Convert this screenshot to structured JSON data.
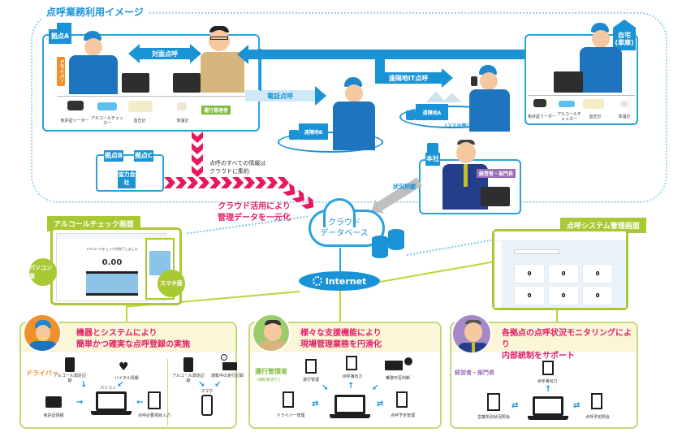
{
  "title": "点呼業務利用イメージ",
  "sites": {
    "site_a": {
      "tag": "拠点A",
      "driver_label": "ドライバー",
      "manager_label": "運行管理者",
      "arrow_label": "対面点呼",
      "devices": [
        "免許証リーダー",
        "アルコールチェッカー",
        "血圧計",
        "体温計"
      ]
    },
    "home": {
      "tag": "自宅",
      "tag_sub": "(車庫)",
      "arrow_label": "IT点呼",
      "devices": [
        "免許証リーダー",
        "アルコールチェッカー",
        "血圧計",
        "体温計"
      ]
    },
    "remote_a": {
      "arrow_label": "遠隔地IT点呼",
      "truck_label": "遠隔地A",
      "truck_sub": "(スマホ等)"
    },
    "remote_b": {
      "arrow_label": "電話点呼",
      "truck_label": "遠隔地B"
    },
    "headquarters": {
      "tag": "本社",
      "role_label": "経営者・部門長",
      "arrow_label": "状況把握"
    },
    "other_sites": {
      "site_b": "拠点B",
      "site_c": "拠点C",
      "partner": "協力会社"
    }
  },
  "cloud_flow": {
    "note_line1": "点呼のすべての情報は",
    "note_line2": "クラウドに集約",
    "headline_line1": "クラウド活用により",
    "headline_line2": "管理データを一元化"
  },
  "cloud": {
    "line1": "クラウド",
    "line2": "データベース"
  },
  "internet": {
    "label": "Internet"
  },
  "alcohol_check_screen": {
    "title": "アルコールチェック画面",
    "pc_label": "パソコン版",
    "phone_label": "スマホ版",
    "pc_message": "アルコールチェックが完了しました",
    "reading": "0.00"
  },
  "management_screen": {
    "title": "点呼システム管理画面",
    "cards": [
      {
        "value": "0"
      },
      {
        "value": "0"
      },
      {
        "value": "0"
      },
      {
        "value": "0"
      },
      {
        "value": "0"
      },
      {
        "value": "0"
      }
    ]
  },
  "panels": [
    {
      "role": "ドライバー",
      "role_sub": "",
      "title_line1": "機器とシステムにより",
      "title_line2": "簡単かつ確実な点呼登録の実施",
      "left_items": {
        "top_left": "アルコール測定記録",
        "top_right": "バイタル情報",
        "center": "パソコン",
        "left": "免許証情報",
        "right": "点呼必要項目入力"
      },
      "right_items": {
        "top_left": "アルコール測定記録",
        "top_right": "運転中の走行記録",
        "center": "スマホ"
      }
    },
    {
      "role": "運行管理者",
      "role_sub": "(補助者含む)",
      "title_line1": "様々な支援機能により",
      "title_line2": "現場管理業務を円滑化",
      "items": {
        "top_left": "運行管理",
        "top_center": "点呼簿出力",
        "top_right": "乗務可否判断",
        "left": "ドライバー管理",
        "right": "点呼予定管理"
      }
    },
    {
      "role": "経営者・部門長",
      "role_sub": "",
      "title_line1": "各拠点の点呼状況モニタリングにより",
      "title_line2": "内部統制をサポート",
      "items": {
        "top": "点呼簿出力",
        "left": "営業所別状況照会",
        "right": "点呼予定照会"
      }
    }
  ],
  "colors": {
    "primary_blue": "#1a93d6",
    "accent_pink": "#e8185e",
    "accent_green": "#a9c934",
    "driver_orange": "#f0902c",
    "manager_green": "#7dba3a",
    "exec_purple": "#9a6fb8"
  }
}
